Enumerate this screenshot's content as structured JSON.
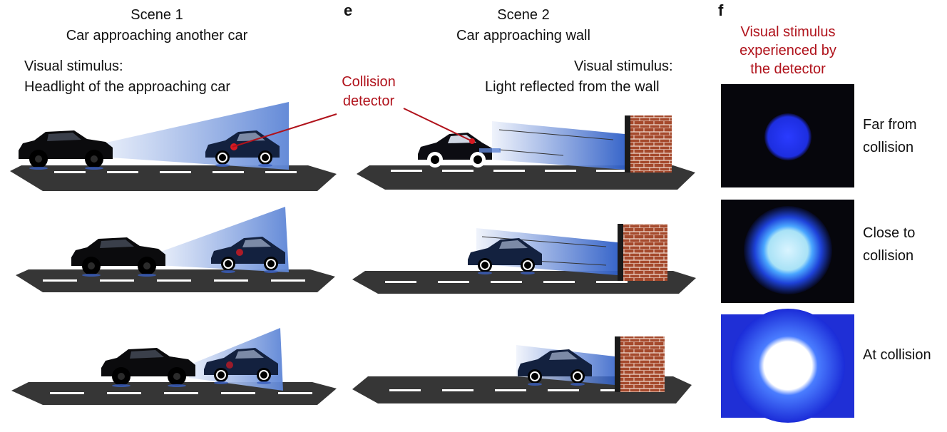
{
  "panel_e": {
    "letter": "e",
    "scene1": {
      "title": "Scene 1",
      "subtitle": "Car approaching another car",
      "stimulus_line1": "Visual stimulus:",
      "stimulus_line2": "Headlight of the approaching car"
    },
    "scene2": {
      "title": "Scene 2",
      "subtitle": "Car approaching wall",
      "stimulus_line1": "Visual stimulus:",
      "stimulus_line2": "Light reflected from the wall"
    },
    "collision_detector_line1": "Collision",
    "collision_detector_line2": "detector"
  },
  "panel_f": {
    "letter": "f",
    "heading_line1": "Visual stimulus",
    "heading_line2": "experienced by",
    "heading_line3": "the detector",
    "stimuli": [
      {
        "label_line1": "Far from",
        "label_line2": "collision"
      },
      {
        "label_line1": "Close to",
        "label_line2": "collision"
      },
      {
        "label_line1": "At collision",
        "label_line2": ""
      }
    ]
  },
  "colors": {
    "accent_red": "#b0121b",
    "road": "#333333",
    "light_blue": "#4a78d0",
    "brick": "#a5492c",
    "stimulus_bg": "#050510"
  }
}
